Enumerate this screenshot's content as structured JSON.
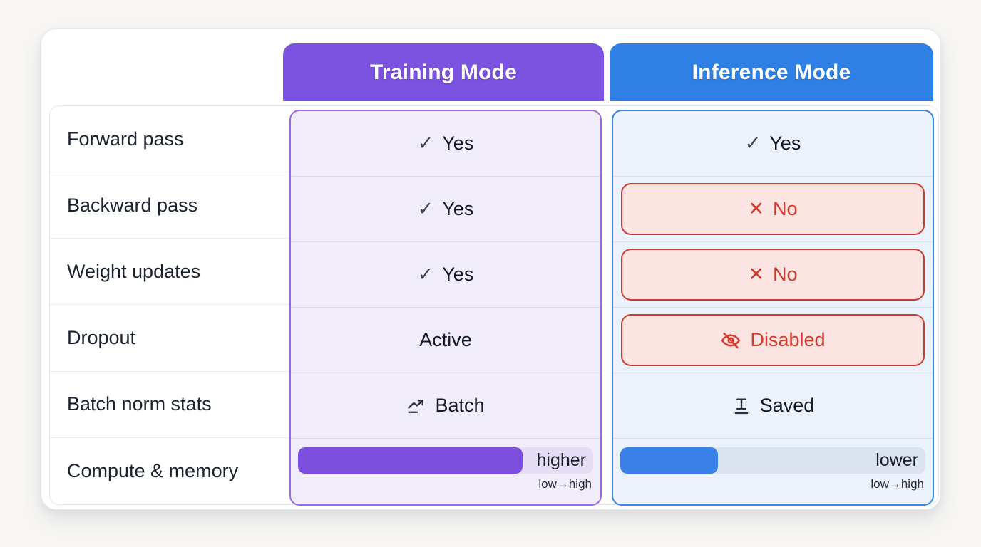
{
  "page": {
    "background_color": "#f7f6f4",
    "card_color": "#ffffff"
  },
  "columns": {
    "training": {
      "label": "Training Mode",
      "header_color": "#7c52e0",
      "panel_bg": "#f1ecf9",
      "panel_border": "#9b6ae0",
      "bar_fill_color": "#7c4fdd"
    },
    "inference": {
      "label": "Inference Mode",
      "header_color": "#2f80e4",
      "panel_bg": "#ecf2fb",
      "panel_border": "#3d86dd",
      "bar_fill_color": "#3b82e8"
    }
  },
  "alert_style": {
    "bg": "#fbe4e1",
    "border": "#cc3b2e",
    "text_color": "#d6392b"
  },
  "rows": [
    {
      "label": "Forward pass",
      "training": {
        "style": "plain",
        "icon": "check-icon",
        "text": "Yes"
      },
      "inference": {
        "style": "plain",
        "icon": "check-icon",
        "text": "Yes"
      }
    },
    {
      "label": "Backward pass",
      "training": {
        "style": "plain",
        "icon": "check-icon",
        "text": "Yes"
      },
      "inference": {
        "style": "alert-pill",
        "icon": "x-icon",
        "text": "No"
      }
    },
    {
      "label": "Weight updates",
      "training": {
        "style": "plain",
        "icon": "check-icon",
        "text": "Yes"
      },
      "inference": {
        "style": "alert-pill",
        "icon": "x-icon",
        "text": "No"
      }
    },
    {
      "label": "Dropout",
      "training": {
        "style": "plain",
        "icon": "none",
        "text": "Active"
      },
      "inference": {
        "style": "alert-pill",
        "icon": "eye-off-icon",
        "text": "Disabled"
      }
    },
    {
      "label": "Batch norm stats",
      "training": {
        "style": "plain",
        "icon": "trending-up-icon",
        "text": "Batch"
      },
      "inference": {
        "style": "plain",
        "icon": "text-cursor-icon",
        "text": "Saved"
      }
    },
    {
      "label": "Compute & memory",
      "training": {
        "style": "bar",
        "bar_label": "higher",
        "fill_percent": 76,
        "scale_label": "low→high"
      },
      "inference": {
        "style": "bar",
        "bar_label": "lower",
        "fill_percent": 32,
        "scale_label": "low→high"
      }
    }
  ]
}
